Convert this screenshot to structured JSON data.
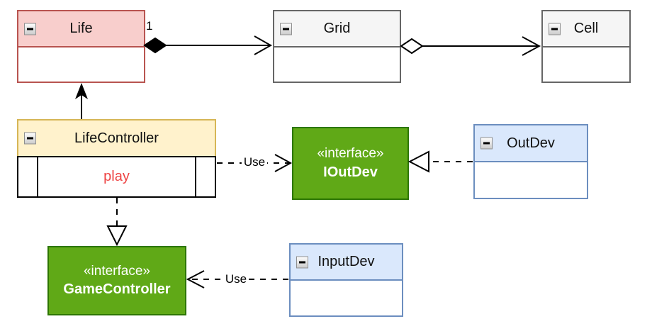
{
  "diagram_type": "uml-class-diagram",
  "nodes": {
    "life": {
      "name": "Life",
      "fill": "#f8cecc",
      "stroke": "#b85450"
    },
    "grid": {
      "name": "Grid",
      "fill": "#f5f5f5",
      "stroke": "#666666"
    },
    "cell": {
      "name": "Cell",
      "fill": "#f5f5f5",
      "stroke": "#666666"
    },
    "life_controller": {
      "name": "LifeController",
      "header_fill": "#fff2cc",
      "header_stroke": "#d6b656",
      "body_stroke": "#000000",
      "method": "play",
      "method_color": "#ee4444"
    },
    "i_out_dev": {
      "stereotype": "«interface»",
      "name": "IOutDev",
      "fill": "#60a917",
      "stroke": "#2d7600",
      "text_color": "#ffffff"
    },
    "out_dev": {
      "name": "OutDev",
      "fill": "#dae8fc",
      "stroke": "#6c8ebf"
    },
    "game_controller": {
      "stereotype": "«interface»",
      "name": "GameController",
      "fill": "#60a917",
      "stroke": "#2d7600",
      "text_color": "#ffffff"
    },
    "input_dev": {
      "name": "InputDev",
      "fill": "#dae8fc",
      "stroke": "#6c8ebf"
    }
  },
  "edges": {
    "life_to_grid": {
      "type": "composition",
      "source": "Life",
      "target": "Grid",
      "source_multiplicity": "1"
    },
    "grid_to_cell": {
      "type": "aggregation",
      "source": "Grid",
      "target": "Cell"
    },
    "lifecontroller_to_life": {
      "type": "association",
      "source": "LifeController",
      "target": "Life"
    },
    "lifecontroller_to_ioutdev": {
      "type": "dependency",
      "source": "LifeController",
      "target": "IOutDev",
      "label": "Use"
    },
    "outdev_to_ioutdev": {
      "type": "realization",
      "source": "OutDev",
      "target": "IOutDev"
    },
    "lifecontroller_to_gamecontroller": {
      "type": "realization",
      "source": "LifeController",
      "target": "GameController"
    },
    "inputdev_to_gamecontroller": {
      "type": "dependency",
      "source": "InputDev",
      "target": "GameController",
      "label": "Use"
    }
  },
  "icons": {
    "collapse": "collapse-minus-icon"
  },
  "colors": {
    "background": "#ffffff",
    "line": "#000000",
    "label_text": "#000000"
  }
}
